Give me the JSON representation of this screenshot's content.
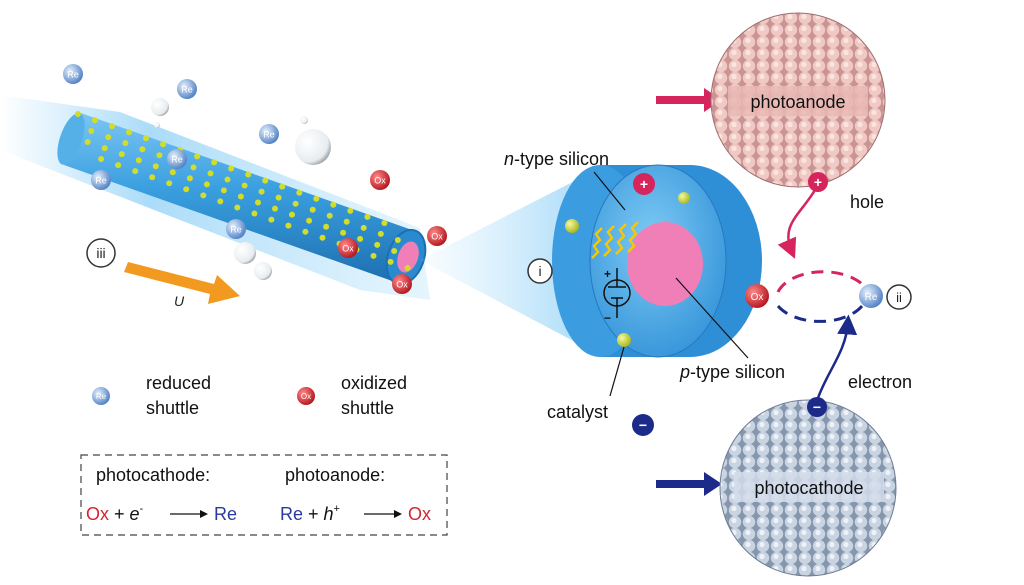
{
  "colors": {
    "wire_blue": "#3a9fdf",
    "wire_dark": "#1f74b8",
    "pink": "#f07fb8",
    "anode_red": "#d6245c",
    "cathode_blue": "#1c2a8a",
    "catalyst": "#d2dc2a",
    "arrow_orange": "#f29a1f",
    "ox_red": "#d8222e",
    "re_blue": "#2a3aa0"
  },
  "labels": {
    "re": "Re",
    "ox": "Ox",
    "step_i": "i",
    "step_ii": "ii",
    "step_iii": "iii",
    "flow_u": "U",
    "n_type_italic": "n",
    "n_type_rest": "-type silicon",
    "p_type_italic": "p",
    "p_type_rest": "-type silicon",
    "catalyst": "catalyst",
    "photoanode": "photoanode",
    "photocathode": "photocathode",
    "hole": "hole",
    "electron": "electron",
    "plus": "+",
    "minus": "−"
  },
  "legend": {
    "reduced_line1": "reduced",
    "reduced_line2": "shuttle",
    "oxidized_line1": "oxidized",
    "oxidized_line2": "shuttle"
  },
  "equations": {
    "cathode_title": "photocathode:",
    "anode_title": "photoanode:",
    "cathode_ox": "Ox",
    "cathode_plus": " + ",
    "cathode_e": "e",
    "cathode_e_sup": "-",
    "cathode_re": "Re",
    "anode_re": "Re",
    "anode_plus": " + ",
    "anode_h": "h",
    "anode_h_sup": "+",
    "anode_ox": "Ox"
  }
}
